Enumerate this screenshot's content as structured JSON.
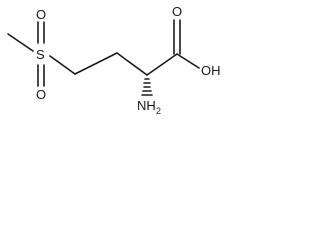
{
  "structure": {
    "atoms": {
      "sulfur": "S",
      "sulfonyl_oxygen_top": "O",
      "sulfonyl_oxygen_bottom": "O",
      "carbonyl_oxygen": "O",
      "hydroxyl": "OH",
      "amine_main": "NH",
      "amine_subscript": "2"
    }
  }
}
